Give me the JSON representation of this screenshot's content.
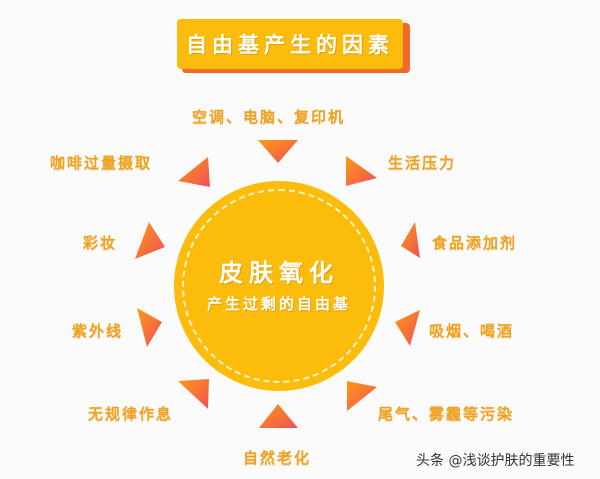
{
  "title": "自由基产生的因素",
  "center": {
    "main": "皮肤氧化",
    "sub": "产生过剩的自由基"
  },
  "factors": [
    {
      "id": "top",
      "label": "空调、电脑、复印机"
    },
    {
      "id": "top-left",
      "label": "咖啡过量摄取"
    },
    {
      "id": "top-right",
      "label": "生活压力"
    },
    {
      "id": "left-upper",
      "label": "彩妆"
    },
    {
      "id": "right-upper",
      "label": "食品添加剂"
    },
    {
      "id": "left-lower",
      "label": "紫外线"
    },
    {
      "id": "right-lower",
      "label": "吸烟、喝酒"
    },
    {
      "id": "bottom-left",
      "label": "无规律作息"
    },
    {
      "id": "bottom-right",
      "label": "尾气、雾霾等污染"
    },
    {
      "id": "bottom",
      "label": "自然老化"
    }
  ],
  "watermark": "头条 @浅谈护肤的重要性",
  "colors": {
    "title_bg": "#fbbc0c",
    "title_shadow": "#f06a2c",
    "circle": "#fbbc0c",
    "triangle_orange": "#ff8a1a",
    "triangle_red": "#ef4f5a",
    "factor_text": "#f0a21c",
    "background": "#fbfbfb"
  }
}
